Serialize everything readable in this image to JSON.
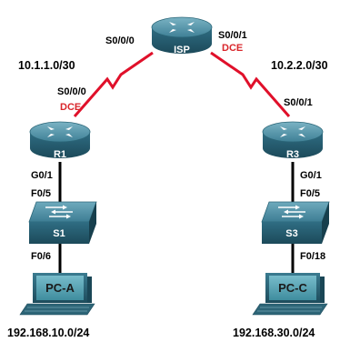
{
  "devices": {
    "isp": "ISP",
    "r1": "R1",
    "r3": "R3",
    "s1": "S1",
    "s3": "S3",
    "pca": "PC-A",
    "pcc": "PC-C"
  },
  "interfaces": {
    "isp_s000": "S0/0/0",
    "isp_s001": "S0/0/1",
    "r1_s000": "S0/0/0",
    "r3_s001": "S0/0/1",
    "r1_g01": "G0/1",
    "r3_g01": "G0/1",
    "s1_f05": "F0/5",
    "s3_f05": "F0/5",
    "s1_f06": "F0/6",
    "s3_f018": "F0/18"
  },
  "dce_labels": {
    "isp_right": "DCE",
    "r1": "DCE"
  },
  "networks": {
    "left_wan": "10.1.1.0/30",
    "right_wan": "10.2.2.0/30",
    "lan_a": "192.168.10.0/24",
    "lan_c": "192.168.30.0/24"
  },
  "colors": {
    "serial_link": "#e0102a",
    "dce_text": "#d9262b",
    "ethernet_link": "#000000",
    "device_teal": "#2f6d83",
    "device_dark": "#1c4a5a",
    "pc_screen": "#4a9cae"
  }
}
